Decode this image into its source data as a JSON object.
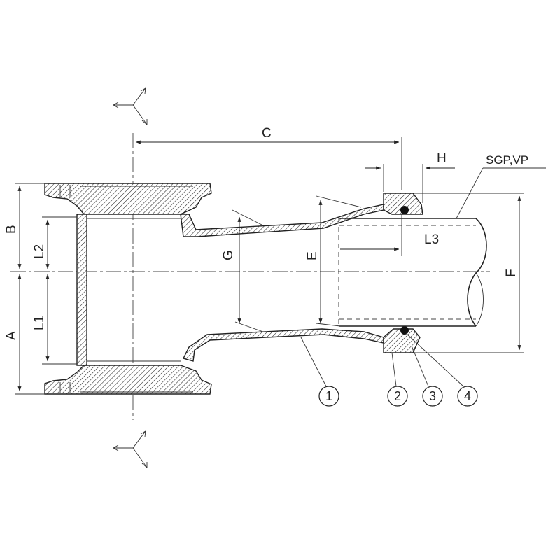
{
  "dimensions": {
    "a": "A",
    "b": "B",
    "c": "C",
    "e": "E",
    "f": "F",
    "g": "G",
    "h": "H",
    "l1": "L1",
    "l2": "L2",
    "l3": "L3"
  },
  "pipe_label": "SGP,VP",
  "parts": [
    "1",
    "2",
    "3",
    "4"
  ]
}
